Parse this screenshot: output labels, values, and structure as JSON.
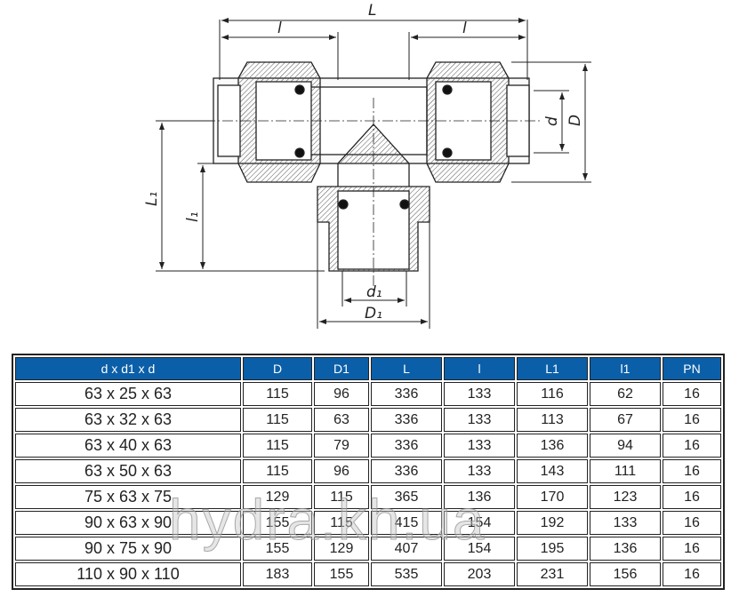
{
  "drawing": {
    "labels": {
      "L": "L",
      "l_left": "l",
      "l_right": "l",
      "d": "d",
      "D": "D",
      "L1": "L₁",
      "l1": "l₁",
      "d1": "d₁",
      "D1": "D₁"
    }
  },
  "table": {
    "headers": [
      "d x d1 x d",
      "D",
      "D1",
      "L",
      "l",
      "L1",
      "l1",
      "PN"
    ],
    "rows": [
      [
        "63 x 25 x 63",
        "115",
        "96",
        "336",
        "133",
        "116",
        "62",
        "16"
      ],
      [
        "63 x 32 x 63",
        "115",
        "63",
        "336",
        "133",
        "113",
        "67",
        "16"
      ],
      [
        "63 x 40 x 63",
        "115",
        "79",
        "336",
        "133",
        "136",
        "94",
        "16"
      ],
      [
        "63 x 50 x 63",
        "115",
        "96",
        "336",
        "133",
        "143",
        "111",
        "16"
      ],
      [
        "75 x 63 x 75",
        "129",
        "115",
        "365",
        "136",
        "170",
        "123",
        "16"
      ],
      [
        "90 x 63 x 90",
        "155",
        "115",
        "415",
        "154",
        "192",
        "133",
        "16"
      ],
      [
        "90 x 75 x 90",
        "155",
        "129",
        "407",
        "154",
        "195",
        "136",
        "16"
      ],
      [
        "110 x 90 x 110",
        "183",
        "155",
        "535",
        "203",
        "231",
        "156",
        "16"
      ]
    ],
    "header_color": "#0b5fa8"
  },
  "watermark": "hydra.kh.ua"
}
